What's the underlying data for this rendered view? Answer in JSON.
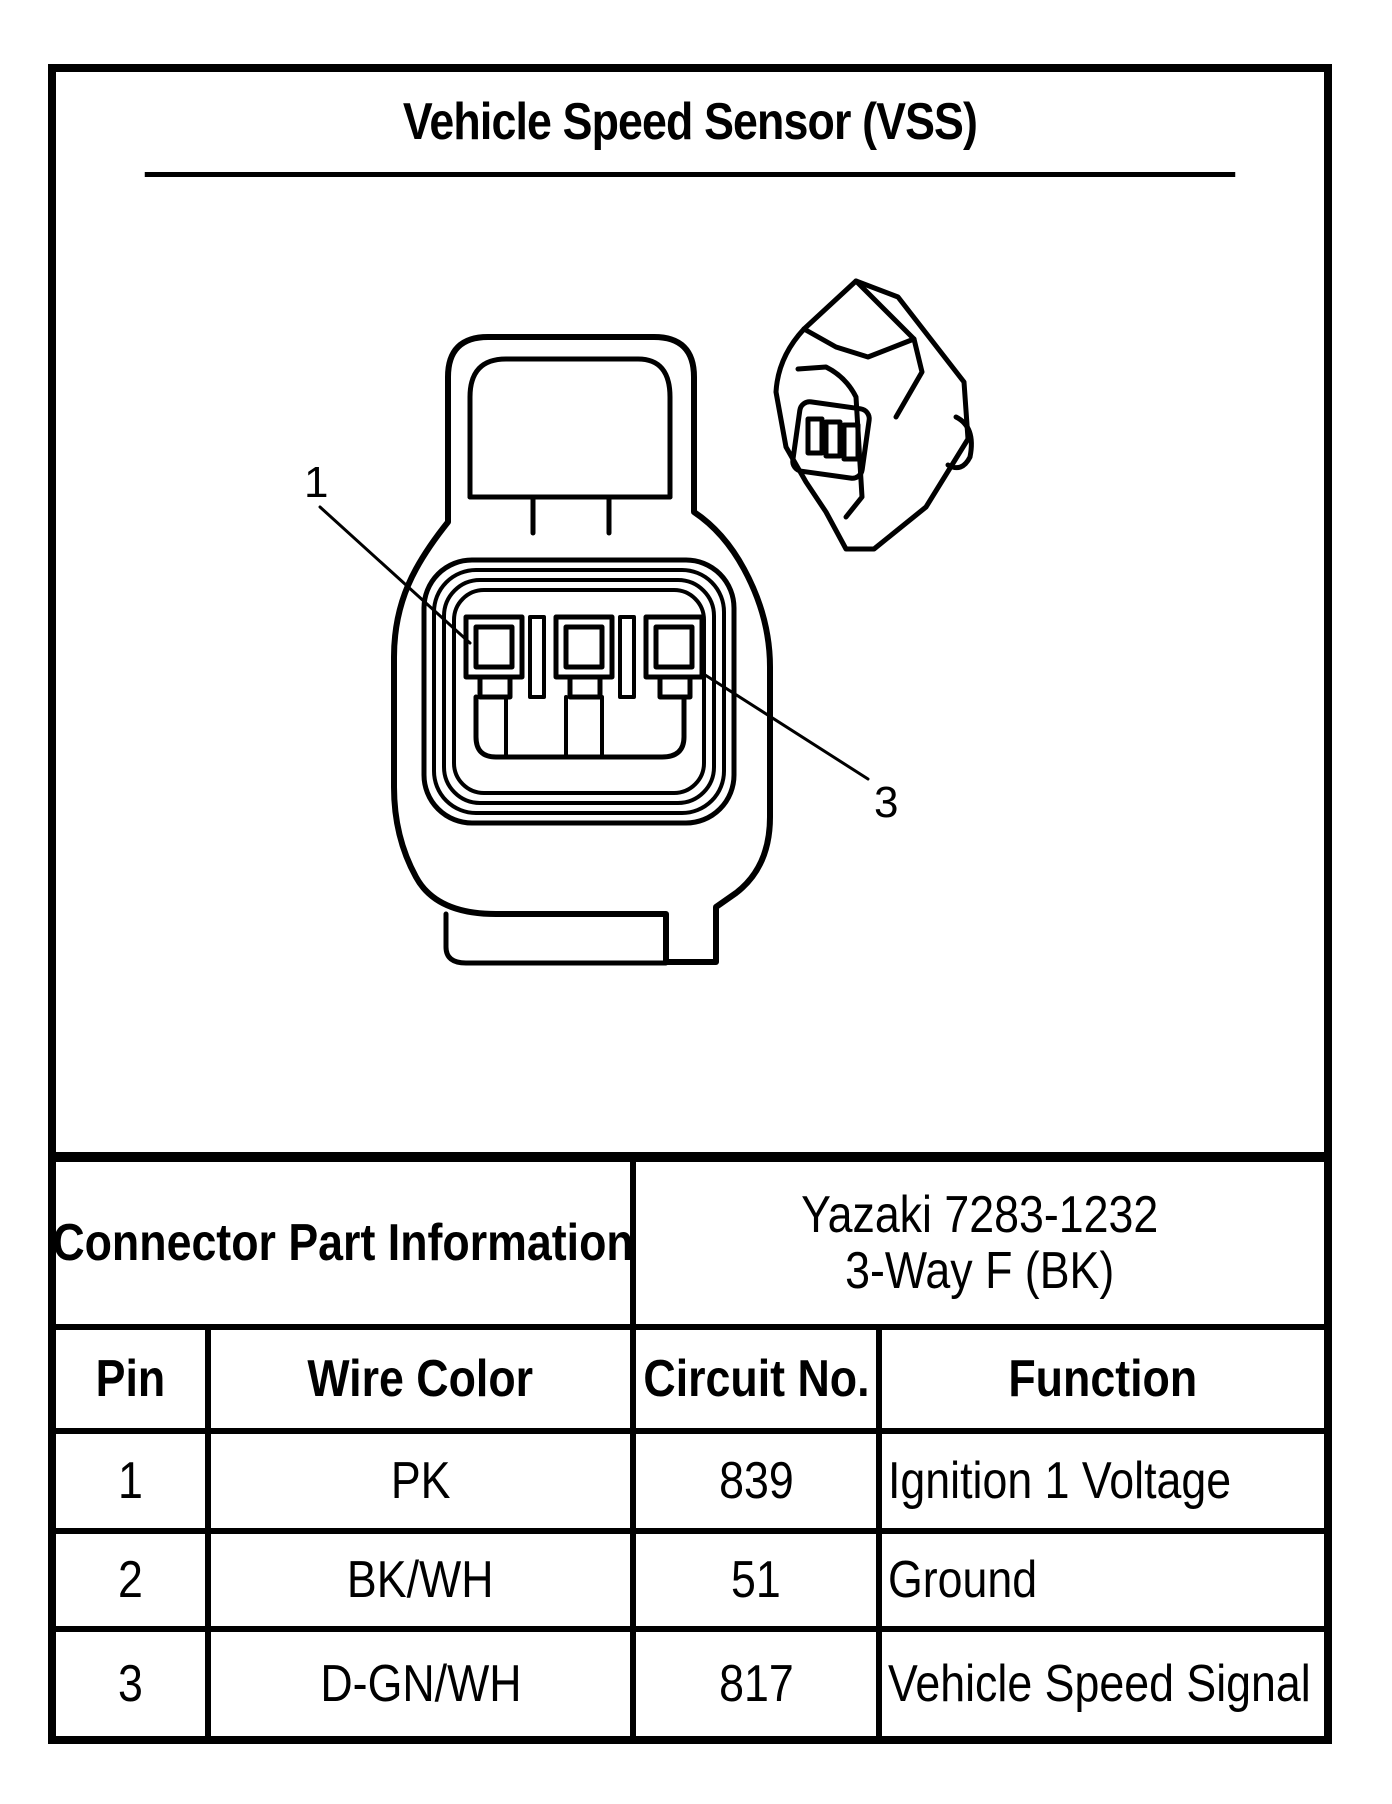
{
  "title": "Vehicle Speed Sensor (VSS)",
  "diagram": {
    "callouts": [
      {
        "label": "1"
      },
      {
        "label": "3"
      }
    ]
  },
  "connector_info": {
    "label": "Connector Part Information",
    "value_line1": "Yazaki 7283-1232",
    "value_line2": "3-Way F (BK)"
  },
  "table": {
    "headers": [
      "Pin",
      "Wire Color",
      "Circuit No.",
      "Function"
    ],
    "rows": [
      {
        "pin": "1",
        "wire_color": "PK",
        "circuit": "839",
        "function": "Ignition 1 Voltage"
      },
      {
        "pin": "2",
        "wire_color": "BK/WH",
        "circuit": "51",
        "function": "Ground"
      },
      {
        "pin": "3",
        "wire_color": "D-GN/WH",
        "circuit": "817",
        "function": "Vehicle Speed Signal"
      }
    ]
  }
}
